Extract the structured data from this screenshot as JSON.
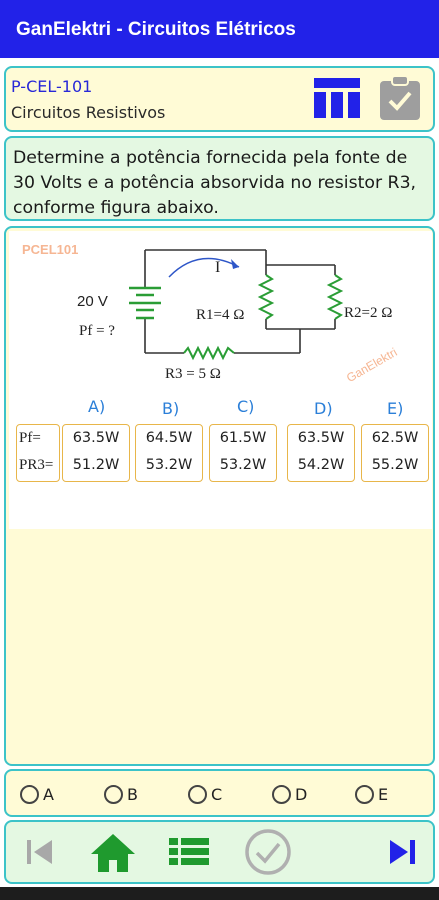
{
  "app": {
    "title": "GanElektri - Circuitos Elétricos"
  },
  "header": {
    "code": "P-CEL-101",
    "subject": "Circuitos Resistivos"
  },
  "question": {
    "text": "Determine a potência fornecida pela fonte de 30 Volts e a potência absorvida no resistor R3, conforme figura abaixo."
  },
  "figure": {
    "watermark_code": "PCEL101",
    "watermark_brand": "GanElektri",
    "source_label": "20 V",
    "pf_label": "Pf = ?",
    "current_label": "I",
    "r1_label": "R1=4 Ω",
    "r2_label": "R2=2 Ω",
    "r3_label": "R3 = 5 Ω",
    "row_labels": [
      "Pf=",
      "PR3="
    ],
    "choices": [
      {
        "letter": "A)",
        "pf": "63.5W",
        "pr3": "51.2W"
      },
      {
        "letter": "B)",
        "pf": "64.5W",
        "pr3": "53.2W"
      },
      {
        "letter": "C)",
        "pf": "61.5W",
        "pr3": "53.2W"
      },
      {
        "letter": "D)",
        "pf": "63.5W",
        "pr3": "54.2W"
      },
      {
        "letter": "E)",
        "pf": "62.5W",
        "pr3": "55.2W"
      }
    ]
  },
  "options": [
    "A",
    "B",
    "C",
    "D",
    "E"
  ],
  "colors": {
    "appbar": "#2222e8",
    "card_border": "#3cc3c8",
    "card_bg": "#fffbd6",
    "accent_green": "#1f9a2e"
  },
  "nav": {
    "first": "skip-first-icon",
    "home": "home-icon",
    "list": "list-icon",
    "check": "check-circle-icon",
    "last": "skip-last-icon"
  }
}
